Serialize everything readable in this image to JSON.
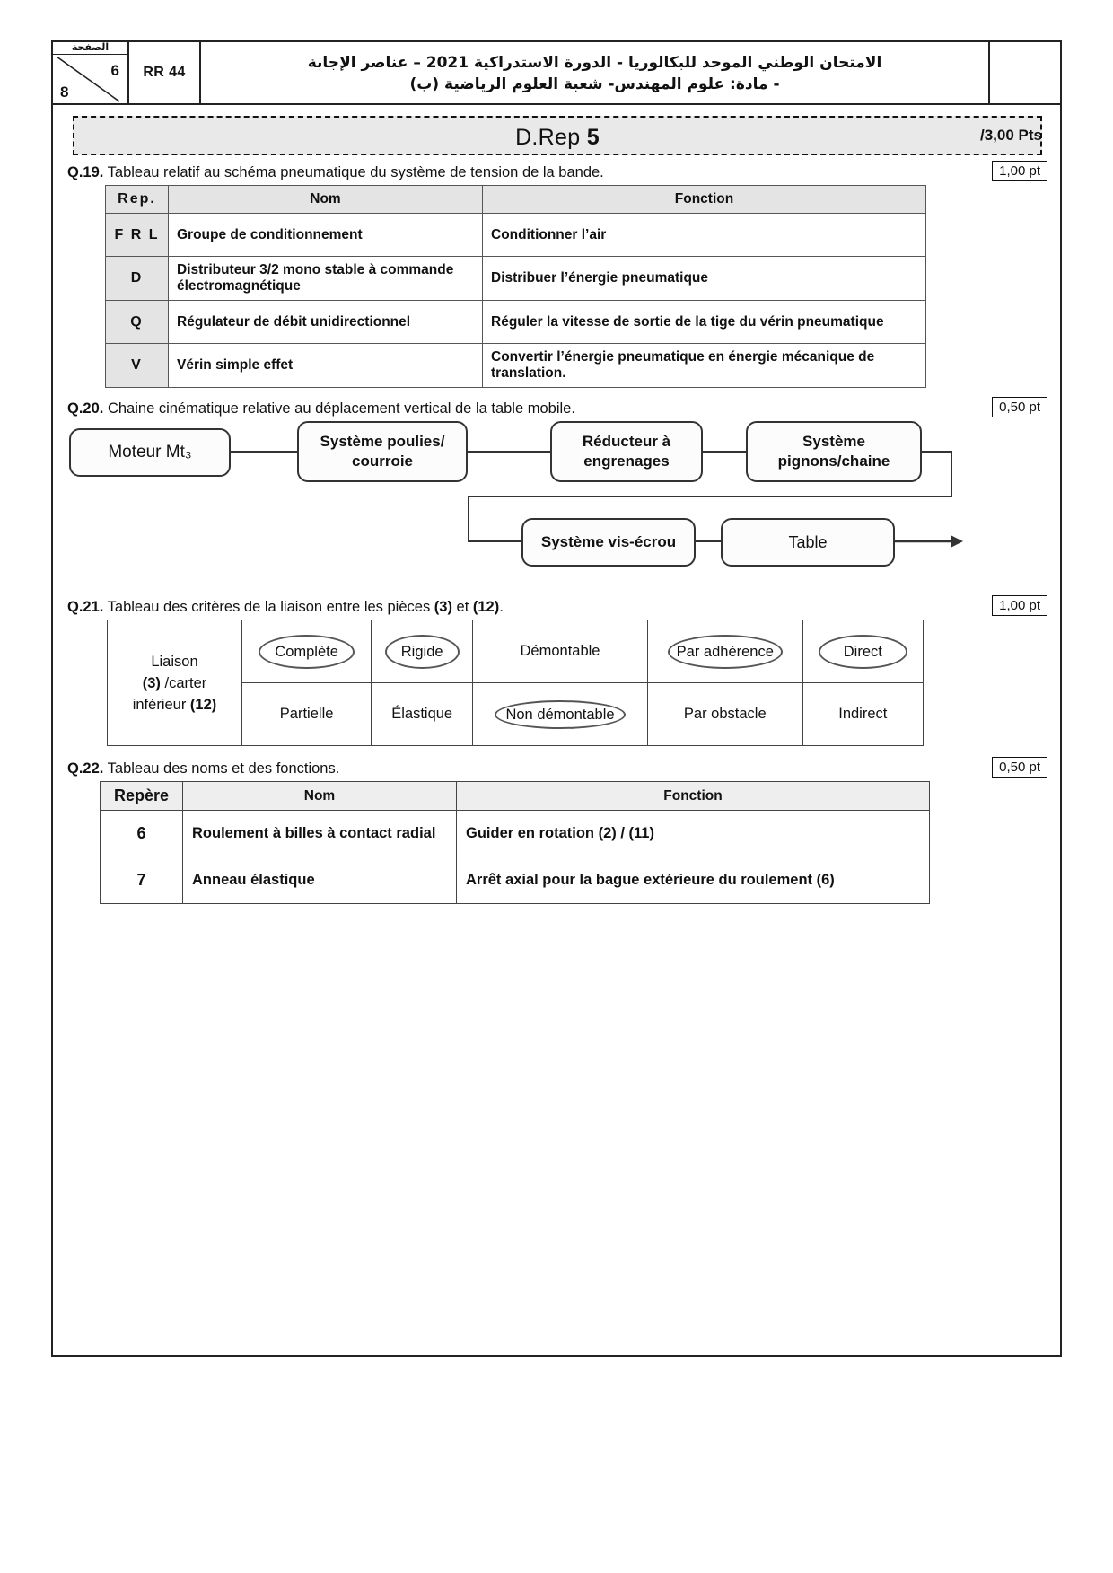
{
  "header": {
    "page_label": "الصفحة",
    "page_num": "6",
    "page_total": "8",
    "code": "RR 44",
    "line1": "الامتحان الوطني الموحد للبكالوريا - الدورة الاستدراكية 2021 – عناصر الإجابة",
    "line2": "- مادة: علوم المهندس- شعبة العلوم الرياضية (ب)"
  },
  "band": {
    "title_prefix": "D.Rep ",
    "title_num": "5",
    "points": "/3,00 Pts"
  },
  "q19": {
    "num": "Q.19.",
    "text": "Tableau relatif au schéma pneumatique du système de tension de la bande.",
    "points": "1,00 pt",
    "headers": [
      "Rep.",
      "Nom",
      "Fonction"
    ],
    "rows": [
      {
        "rep": "F R L",
        "nom": "Groupe de conditionnement",
        "fonction": "Conditionner l’air"
      },
      {
        "rep": "D",
        "nom": "Distributeur 3/2 mono stable à commande électromagnétique",
        "fonction": "Distribuer l’énergie pneumatique"
      },
      {
        "rep": "Q",
        "nom": "Régulateur de débit unidirectionnel",
        "fonction": "Réguler la vitesse de sortie de la tige du vérin pneumatique"
      },
      {
        "rep": "V",
        "nom": "Vérin simple effet",
        "fonction": "Convertir l’énergie pneumatique en énergie mécanique de translation."
      }
    ]
  },
  "q20": {
    "num": "Q.20.",
    "text": "Chaine cinématique relative au déplacement vertical de la table mobile.",
    "points": "0,50 pt",
    "boxes": [
      {
        "label": "Moteur Mt₃"
      },
      {
        "label": "Système poulies/ courroie"
      },
      {
        "label": "Réducteur à engrenages"
      },
      {
        "label": "Système pignons/chaine"
      },
      {
        "label": "Système vis-écrou"
      },
      {
        "label": "Table"
      }
    ]
  },
  "q21": {
    "num": "Q.21.",
    "text_before": "Tableau des critères de la liaison entre les pièces ",
    "piece_a": "(3)",
    "text_mid": " et ",
    "piece_b": "(12)",
    "text_end": ".",
    "points": "1,00 pt",
    "row_label_l1": "Liaison",
    "row_label_l2a": "(3)",
    "row_label_l2b": " /carter",
    "row_label_l3a": "inférieur ",
    "row_label_l3b": "(12)",
    "row1": [
      {
        "label": "Complète",
        "circled": true
      },
      {
        "label": "Rigide",
        "circled": true
      },
      {
        "label": "Démontable",
        "circled": false
      },
      {
        "label": "Par adhérence",
        "circled": true
      },
      {
        "label": "Direct",
        "circled": true
      }
    ],
    "row2": [
      {
        "label": "Partielle",
        "circled": false
      },
      {
        "label": "Élastique",
        "circled": false
      },
      {
        "label": "Non démontable",
        "circled": true
      },
      {
        "label": "Par obstacle",
        "circled": false
      },
      {
        "label": "Indirect",
        "circled": false
      }
    ]
  },
  "q22": {
    "num": "Q.22.",
    "text": "Tableau des noms et des fonctions.",
    "points": "0,50 pt",
    "headers": [
      "Repère",
      "Nom",
      "Fonction"
    ],
    "rows": [
      {
        "rep": "6",
        "nom": "Roulement à billes à contact radial",
        "fonction": "Guider en rotation (2) / (11)"
      },
      {
        "rep": "7",
        "nom": "Anneau élastique",
        "fonction": "Arrêt axial pour la bague extérieure du roulement (6)"
      }
    ]
  }
}
